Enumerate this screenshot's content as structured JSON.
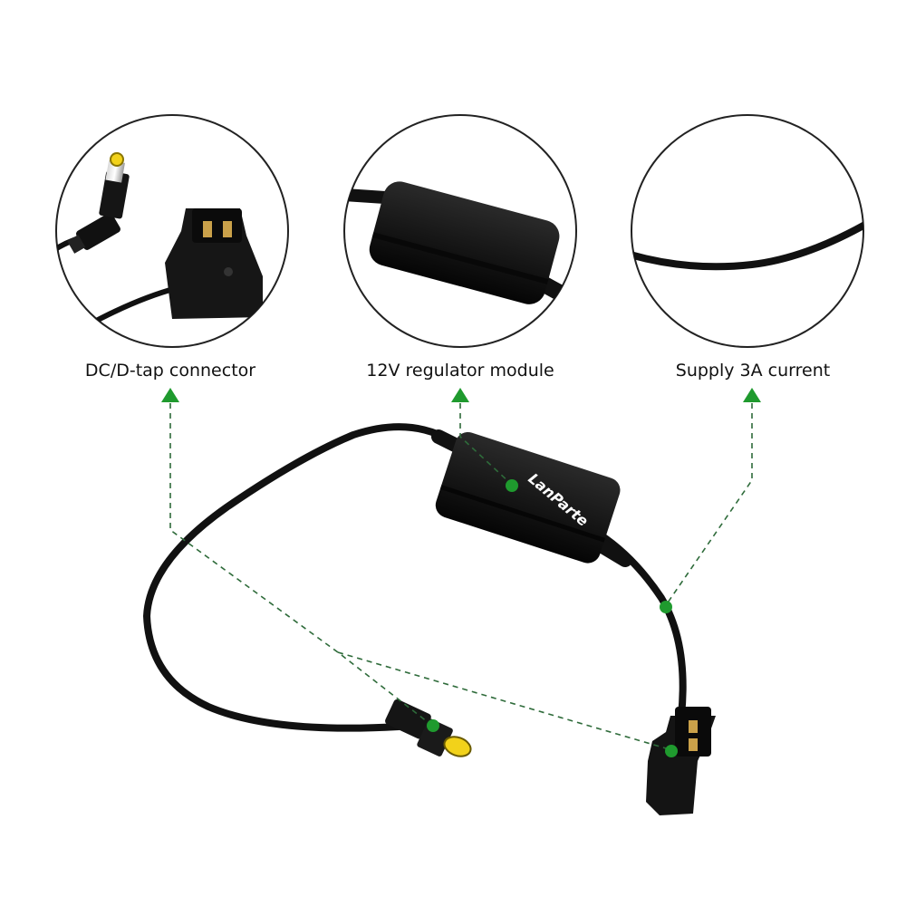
{
  "callouts": [
    {
      "label": "DC/D-tap connector",
      "icon": "dtap-dc-connector"
    },
    {
      "label": "12V regulator module",
      "icon": "regulator-box"
    },
    {
      "label": "Supply 3A current",
      "icon": "cable"
    }
  ],
  "product": {
    "brand": "LanParte"
  },
  "colors": {
    "accent": "#1f9a2e",
    "guide": "#2e6b3a",
    "cable": "#111111",
    "connector_tip": "#f2d21a"
  }
}
